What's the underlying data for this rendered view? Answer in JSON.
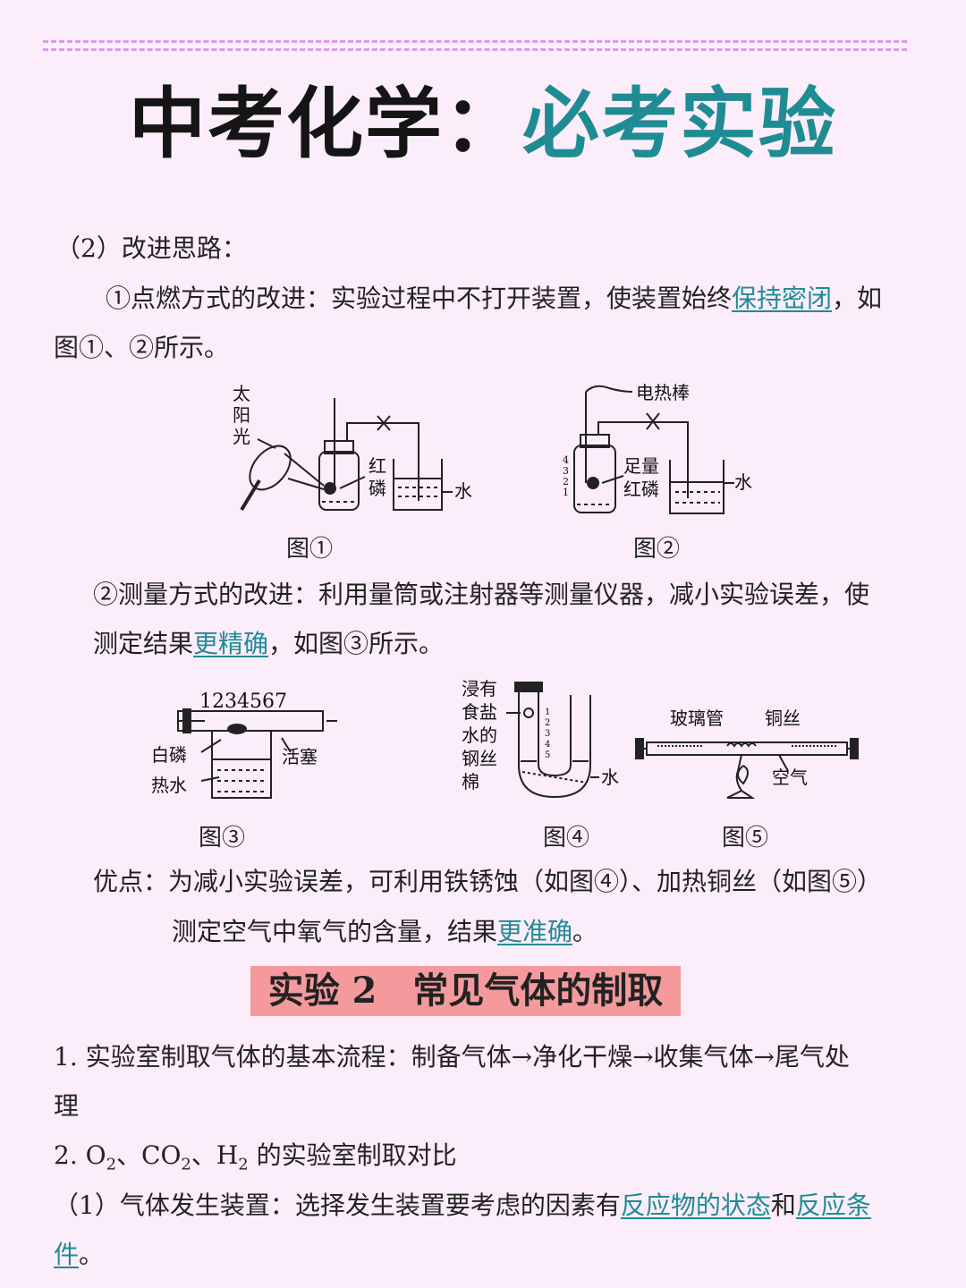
{
  "header": {
    "title_black": "中考化学：",
    "title_teal": "必考实验"
  },
  "body": {
    "p_improve_heading": "（2）改进思路：",
    "p1_a": "①点燃方式的改进：实验过程中不打开装置，使装置始终",
    "p1_hl": "保持密闭",
    "p1_b": "，如",
    "p1_c": "图①、②所示。",
    "p2_a": "②测量方式的改进：利用量筒或注射器等测量仪器，减小实验误差，使",
    "p2_b": "测定结果",
    "p2_hl": "更精确",
    "p2_c": "，如图③所示。",
    "p3_a": "优点：为减小实验误差，可利用铁锈蚀（如图④）、加热铜丝（如图⑤）",
    "p3_b": "测定空气中氧气的含量，结果",
    "p3_hl": "更准确",
    "p3_c": "。",
    "section_title": "实验 2　常见气体的制取",
    "s1_a": "1. 实验室制取气体的基本流程：制备气体→净化干燥→收集气体→尾气处",
    "s1_b": "理",
    "s2_pre": "2. O",
    "s2_mid1": "、CO",
    "s2_mid2": "、H",
    "s2_post": " 的实验室制取对比",
    "sub2": "2",
    "s3_a": "（1）气体发生装置：选择发生装置要考虑的因素有",
    "s3_hl1": "反应物的状态",
    "s3_mid": "和",
    "s3_hl2": "反应条",
    "s3_hl3": "件",
    "s3_end": "。"
  },
  "figures": {
    "fig1": {
      "caption": "图①",
      "label_sun1": "太",
      "label_sun2": "阳",
      "label_sun3": "光",
      "label_red1": "红",
      "label_red2": "磷",
      "label_water": "水"
    },
    "fig2": {
      "caption": "图②",
      "label_rod": "电热棒",
      "label_amount": "足量",
      "label_red": "红磷",
      "label_water": "水",
      "scale": [
        "4",
        "3",
        "2",
        "1"
      ]
    },
    "fig3": {
      "caption": "图③",
      "ticks": "1234567",
      "label_white": "白磷",
      "label_hot": "热水",
      "label_piston": "活塞"
    },
    "fig4": {
      "caption": "图④",
      "label_l1": "浸有",
      "label_l2": "食盐",
      "label_l3": "水的",
      "label_l4": "钢丝",
      "label_l5": "棉",
      "label_water": "水",
      "scale": [
        "1",
        "2",
        "3",
        "4",
        "5"
      ]
    },
    "fig5": {
      "caption": "图⑤",
      "label_glass": "玻璃管",
      "label_copper": "铜丝",
      "label_air": "空气"
    }
  }
}
